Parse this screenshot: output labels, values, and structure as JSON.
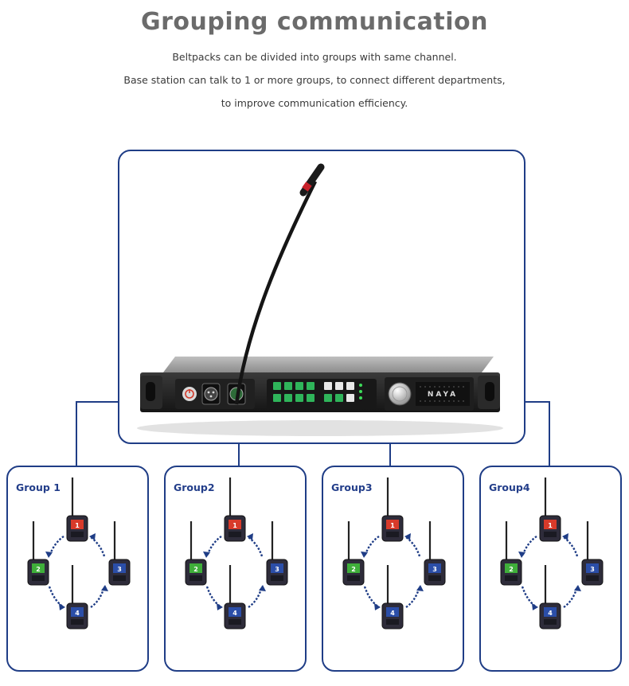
{
  "title": "Grouping communication",
  "subtitle_lines": [
    "Beltpacks can be divided into groups with same channel.",
    "Base station can talk to 1 or more groups, to connect different departments,",
    "to improve communication efficiency."
  ],
  "device": {
    "brand_text": "NAYA"
  },
  "groups": [
    {
      "label": "Group 1",
      "packs": [
        "1",
        "2",
        "3",
        "4"
      ]
    },
    {
      "label": "Group2",
      "packs": [
        "1",
        "2",
        "3",
        "4"
      ]
    },
    {
      "label": "Group3",
      "packs": [
        "1",
        "2",
        "3",
        "4"
      ]
    },
    {
      "label": "Group4",
      "packs": [
        "1",
        "2",
        "3",
        "4"
      ]
    }
  ],
  "colors": {
    "frame": "#1f3d86",
    "title": "#6b6b6b",
    "arrow": "#1f3d86",
    "pack_red": "#d83a2a",
    "pack_green": "#3fae3a",
    "pack_blue": "#2b4ea8",
    "key_green": "#2fb55a"
  },
  "icons": [
    "microphone-icon",
    "power-icon",
    "xlr-connector-icon",
    "volume-knob-icon",
    "beltpack-icon",
    "rotate-arrow-icon"
  ]
}
